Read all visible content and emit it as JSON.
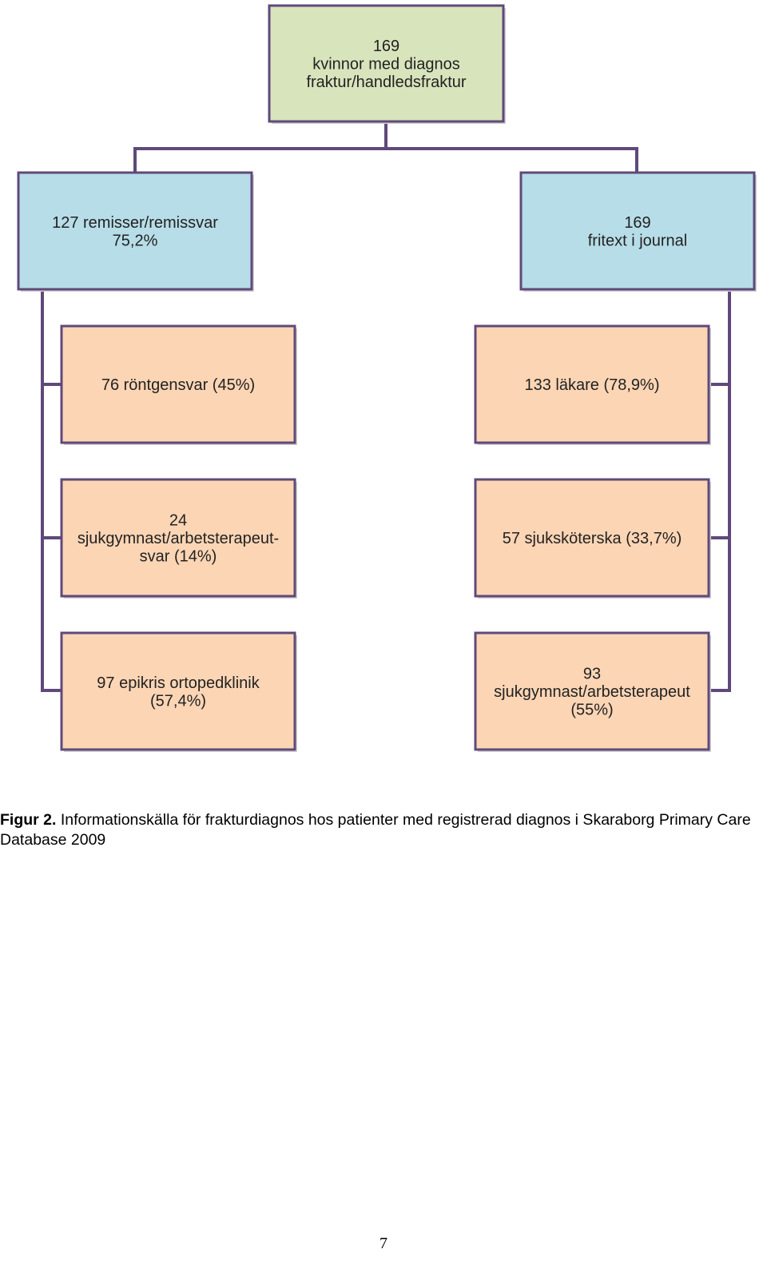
{
  "colors": {
    "root_fill": "#d8e4bc",
    "source_fill": "#b7dde8",
    "detail_fill": "#fcd5b5",
    "border": "#5f497a",
    "connector": "#5f497a",
    "text": "#222222"
  },
  "diagram": {
    "root": {
      "lines": [
        "169",
        "kvinnor med diagnos",
        "fraktur/handledsfraktur"
      ]
    },
    "left": {
      "source": {
        "lines": [
          "127 remisser/remissvar",
          "75,2%"
        ]
      },
      "children": [
        {
          "lines": [
            "76 röntgensvar (45%)"
          ]
        },
        {
          "lines": [
            "24",
            "sjukgymnast/arbetsterapeut-",
            "svar (14%)"
          ]
        },
        {
          "lines": [
            "97 epikris ortopedklinik",
            "(57,4%)"
          ]
        }
      ]
    },
    "right": {
      "source": {
        "lines": [
          "169",
          "fritext i journal"
        ]
      },
      "children": [
        {
          "lines": [
            "133 läkare (78,9%)"
          ]
        },
        {
          "lines": [
            "57 sjuksköterska (33,7%)"
          ]
        },
        {
          "lines": [
            "93",
            "sjukgymnast/arbetsterapeut",
            "(55%)"
          ]
        }
      ]
    }
  },
  "caption": {
    "label": "Figur 2.",
    "text": "Informationskälla för frakturdiagnos hos patienter med registrerad diagnos i Skaraborg Primary Care Database 2009"
  },
  "page_number": "7"
}
